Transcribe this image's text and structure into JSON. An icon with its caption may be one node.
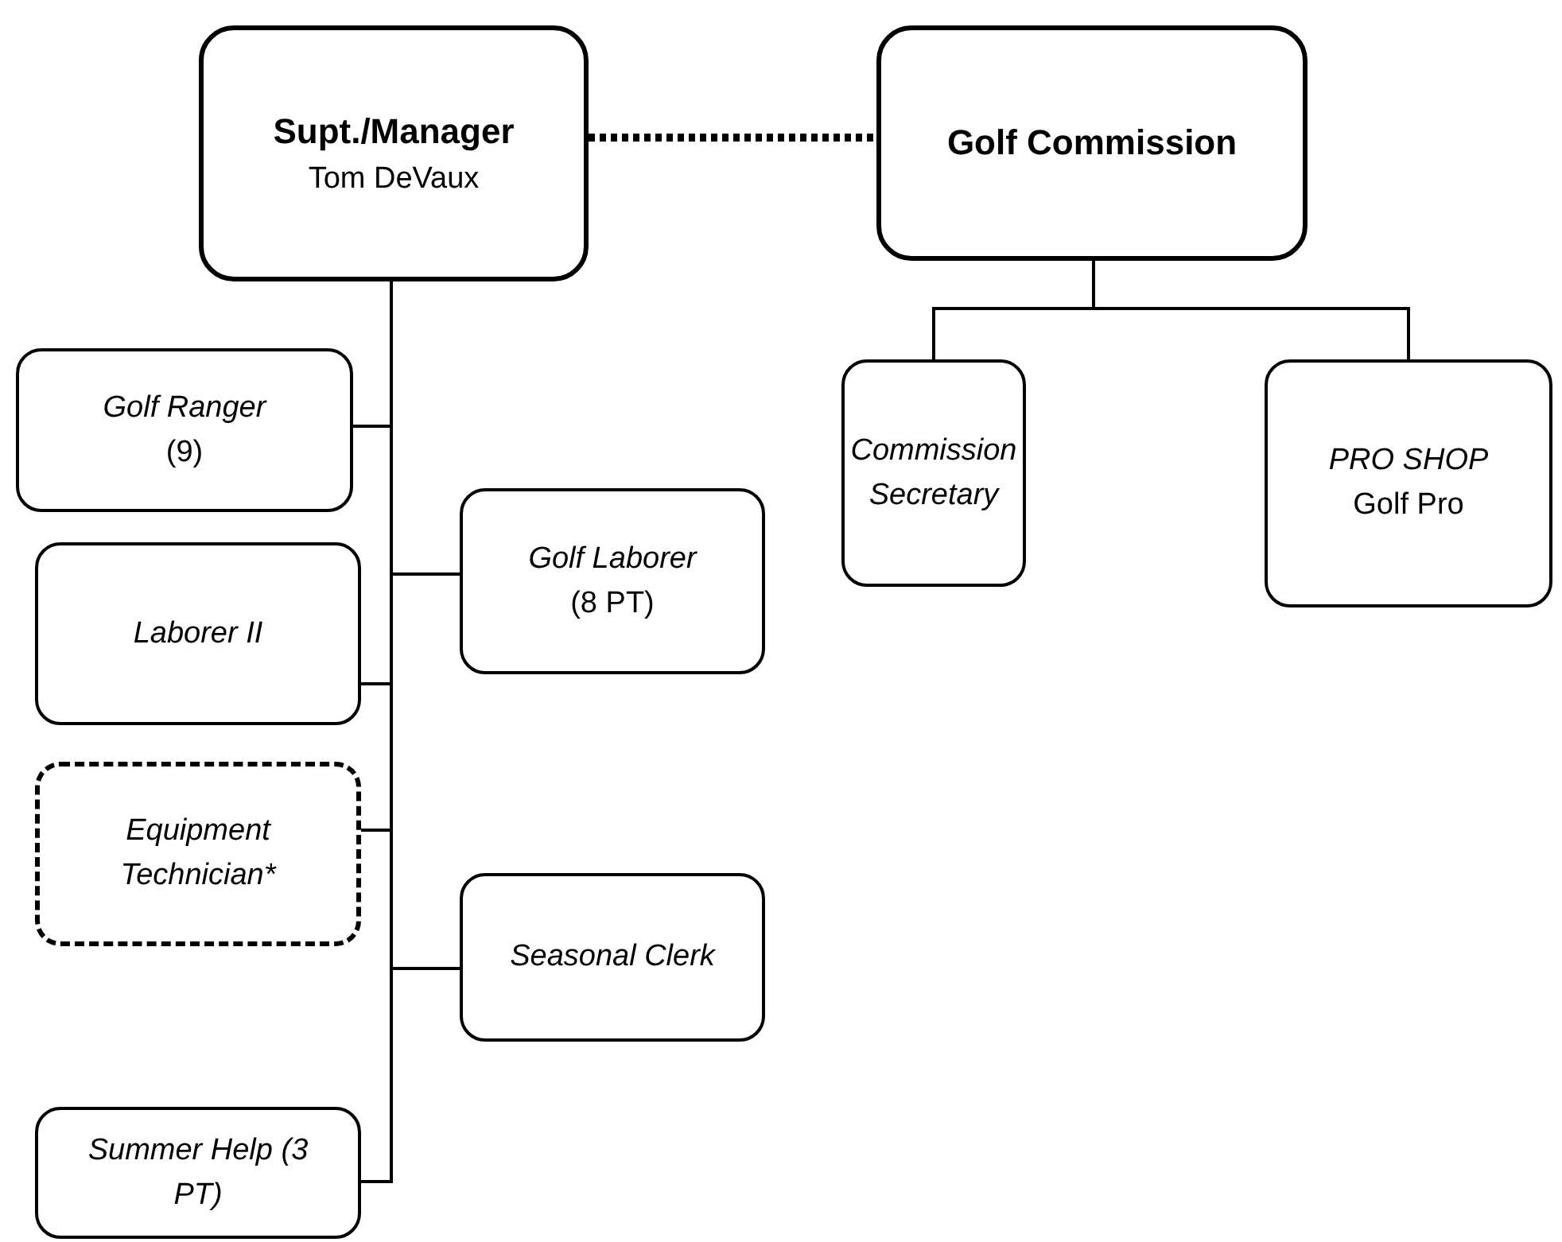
{
  "diagram": {
    "nodes": [
      {
        "text": [
          "Supt./Manager",
          "Tom DeVaux"
        ]
      },
      {
        "text": [
          "Golf Commission"
        ]
      },
      {
        "text": [
          "Golf Ranger",
          "(9)"
        ]
      },
      {
        "text": [
          "Golf Laborer",
          "(8 PT)"
        ]
      },
      {
        "text": [
          "Laborer II"
        ]
      },
      {
        "text": [
          "Equipment Technician*"
        ]
      },
      {
        "text": [
          "Seasonal Clerk"
        ]
      },
      {
        "text": [
          "Summer Help (3 PT)"
        ]
      },
      {
        "text": [
          "Commission Secretary"
        ]
      },
      {
        "text": [
          "PRO SHOP",
          "Golf Pro"
        ]
      }
    ],
    "edges": [
      {
        "from": 0,
        "to": 1,
        "arrow": "none",
        "style": "dashed"
      },
      {
        "from": 0,
        "to": 2,
        "arrow": "none"
      },
      {
        "from": 0,
        "to": 3,
        "arrow": "none"
      },
      {
        "from": 0,
        "to": 4,
        "arrow": "none"
      },
      {
        "from": 0,
        "to": 5,
        "arrow": "none"
      },
      {
        "from": 0,
        "to": 6,
        "arrow": "none"
      },
      {
        "from": 0,
        "to": 7,
        "arrow": "none"
      },
      {
        "from": 1,
        "to": 8,
        "arrow": "none"
      },
      {
        "from": 1,
        "to": 9,
        "arrow": "none"
      }
    ]
  }
}
